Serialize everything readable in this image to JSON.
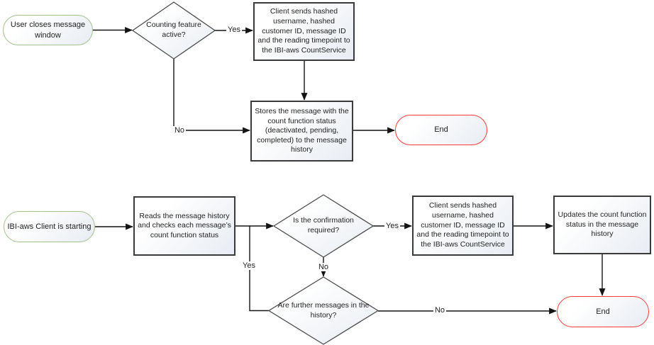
{
  "colors": {
    "start_terminator_border": "#a5c08e",
    "end_terminator_border": "#fb3b3b",
    "process_border": "#3a3a3a",
    "decision_border": "#4c4c4c",
    "connector": "#141414",
    "shape_fill_top": "#ffffff",
    "shape_fill_bottom": "#e8ecf2",
    "text": "#1f1f1f",
    "background": "#ffffff"
  },
  "flow1": {
    "start": "User closes message window",
    "decision_counting": "Counting feature active?",
    "process_send": "Client sends hashed username, hashed customer ID, message ID and the reading timepoint to the IBI-aws CountService",
    "process_store": "Stores the message with the count function status (deactivated, pending, completed) to the message history",
    "end": "End",
    "label_yes": "Yes",
    "label_no": "No"
  },
  "flow2": {
    "start": "IBI-aws Client is starting",
    "process_read": "Reads the message history and checks each message’s count function status",
    "decision_confirmation": "Is the confirmation required?",
    "process_send": "Client sends hashed username, hashed customer ID, message ID and the reading timepoint to the IBI-aws CountService",
    "process_update": "Updates the count function status in the message history",
    "decision_further": "Are further messages in the history?",
    "end": "End",
    "label_yes_confirmation": "Yes",
    "label_no_confirmation": "No",
    "label_yes_further": "Yes",
    "label_no_further": "No"
  }
}
